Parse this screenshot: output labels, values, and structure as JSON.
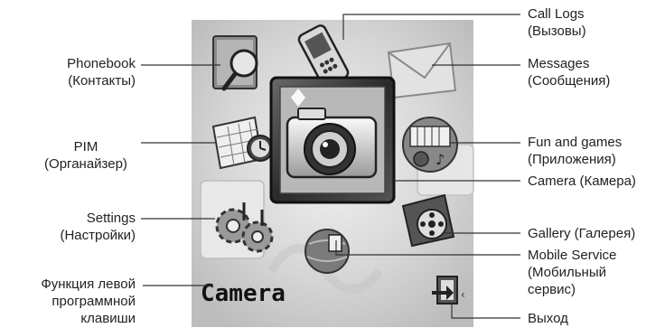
{
  "screen": {
    "softkey_label": "Camera"
  },
  "labels": {
    "phonebook": {
      "line1": "Phonebook",
      "line2": "(Контакты)"
    },
    "pim": {
      "line1": "PIM",
      "line2": "(Органайзер)"
    },
    "settings": {
      "line1": "Settings",
      "line2": "(Настройки)"
    },
    "left_softkey": {
      "line1": "Функция левой",
      "line2": "программной",
      "line3": "клавиши"
    },
    "call_logs": {
      "line1": "Call Logs",
      "line2": "(Вызовы)"
    },
    "messages": {
      "line1": "Messages",
      "line2": "(Сообщения)"
    },
    "fun_games": {
      "line1": "Fun and games",
      "line2": "(Приложения)"
    },
    "camera": {
      "line1": "Camera (Камера)"
    },
    "gallery": {
      "line1": "Gallery (Галерея)"
    },
    "mobile_service": {
      "line1": "Mobile Service",
      "line2": "(Мобильный",
      "line3": "сервис)"
    },
    "exit": {
      "line1": "Выход"
    }
  },
  "colors": {
    "screen_bg": "#d9d9d9",
    "line": "#333333",
    "text": "#222222"
  }
}
